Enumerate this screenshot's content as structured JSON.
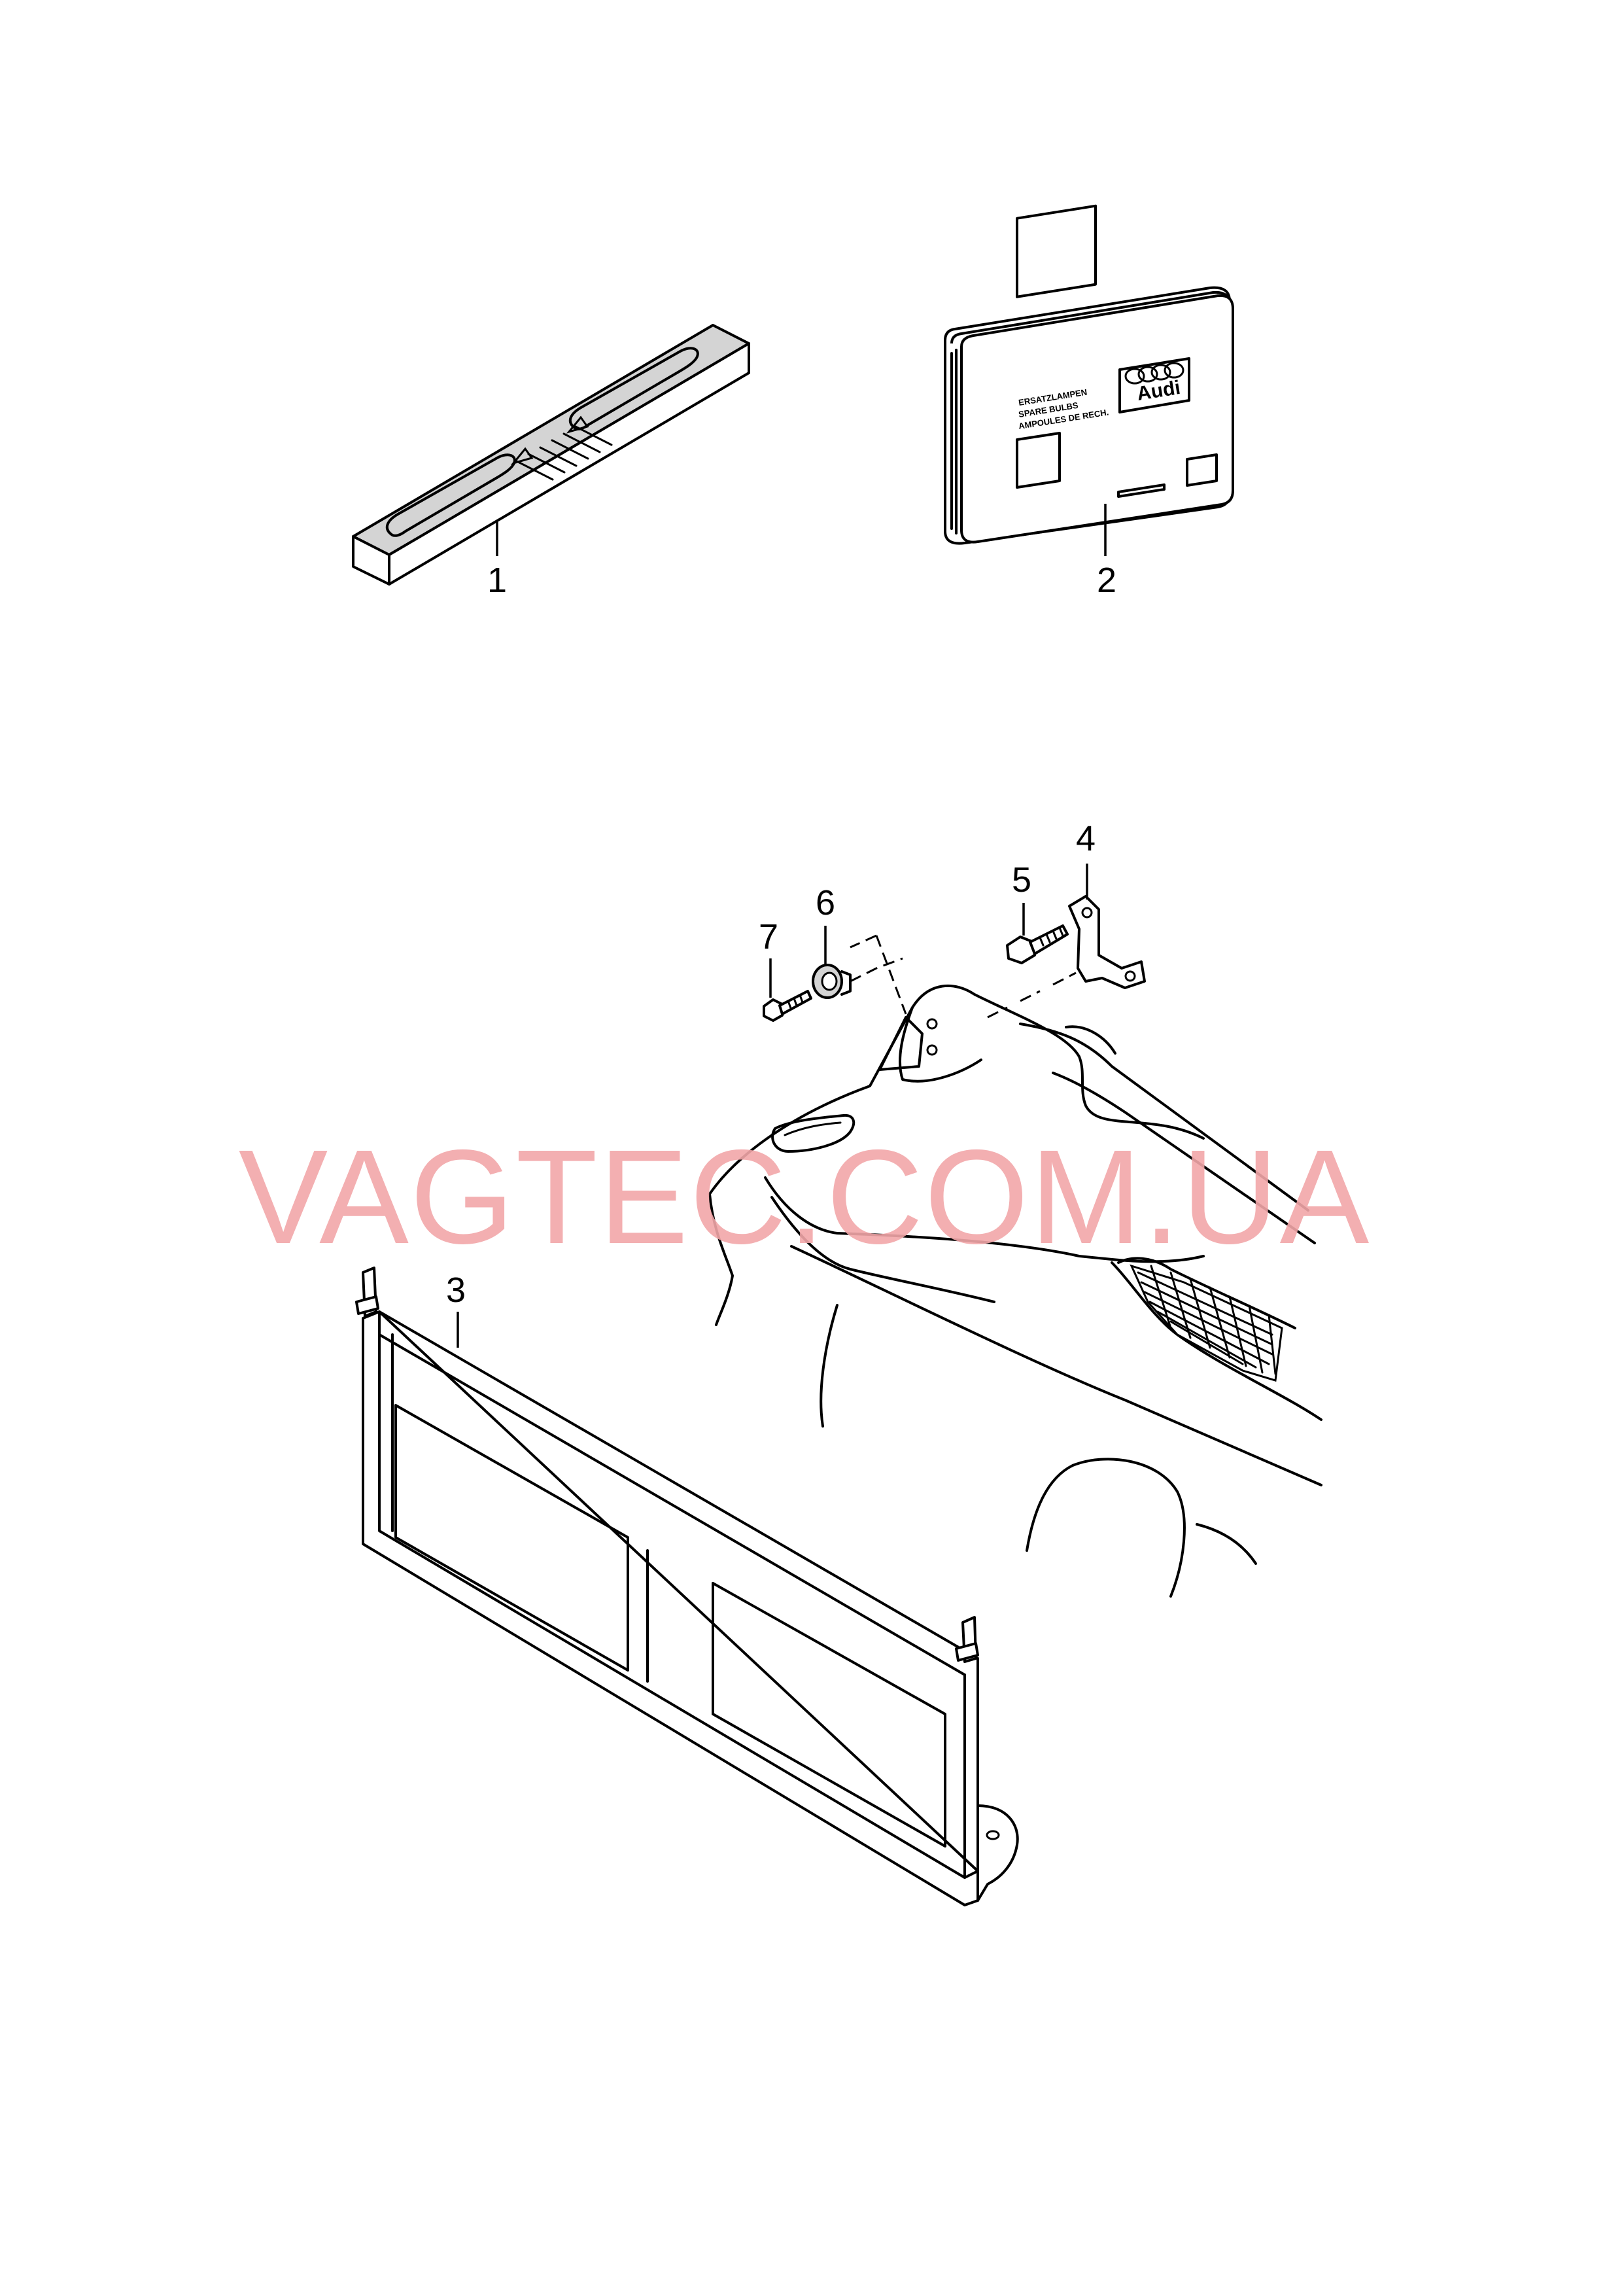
{
  "watermark": {
    "text": "VAGTEC.COM.UA",
    "color": "#f2a6a8"
  },
  "callouts": {
    "c1": "1",
    "c2": "2",
    "c3": "3",
    "c4": "4",
    "c5": "5",
    "c6": "6",
    "c7": "7"
  },
  "kit_box": {
    "brand": "Audi",
    "label_line1": "ERSATZLAMPEN",
    "label_line2": "SPARE BULBS",
    "label_line3": "AMPOULES DE RECH."
  },
  "colors": {
    "line": "#000000",
    "shade": "#d4d4d4",
    "background": "#ffffff"
  }
}
